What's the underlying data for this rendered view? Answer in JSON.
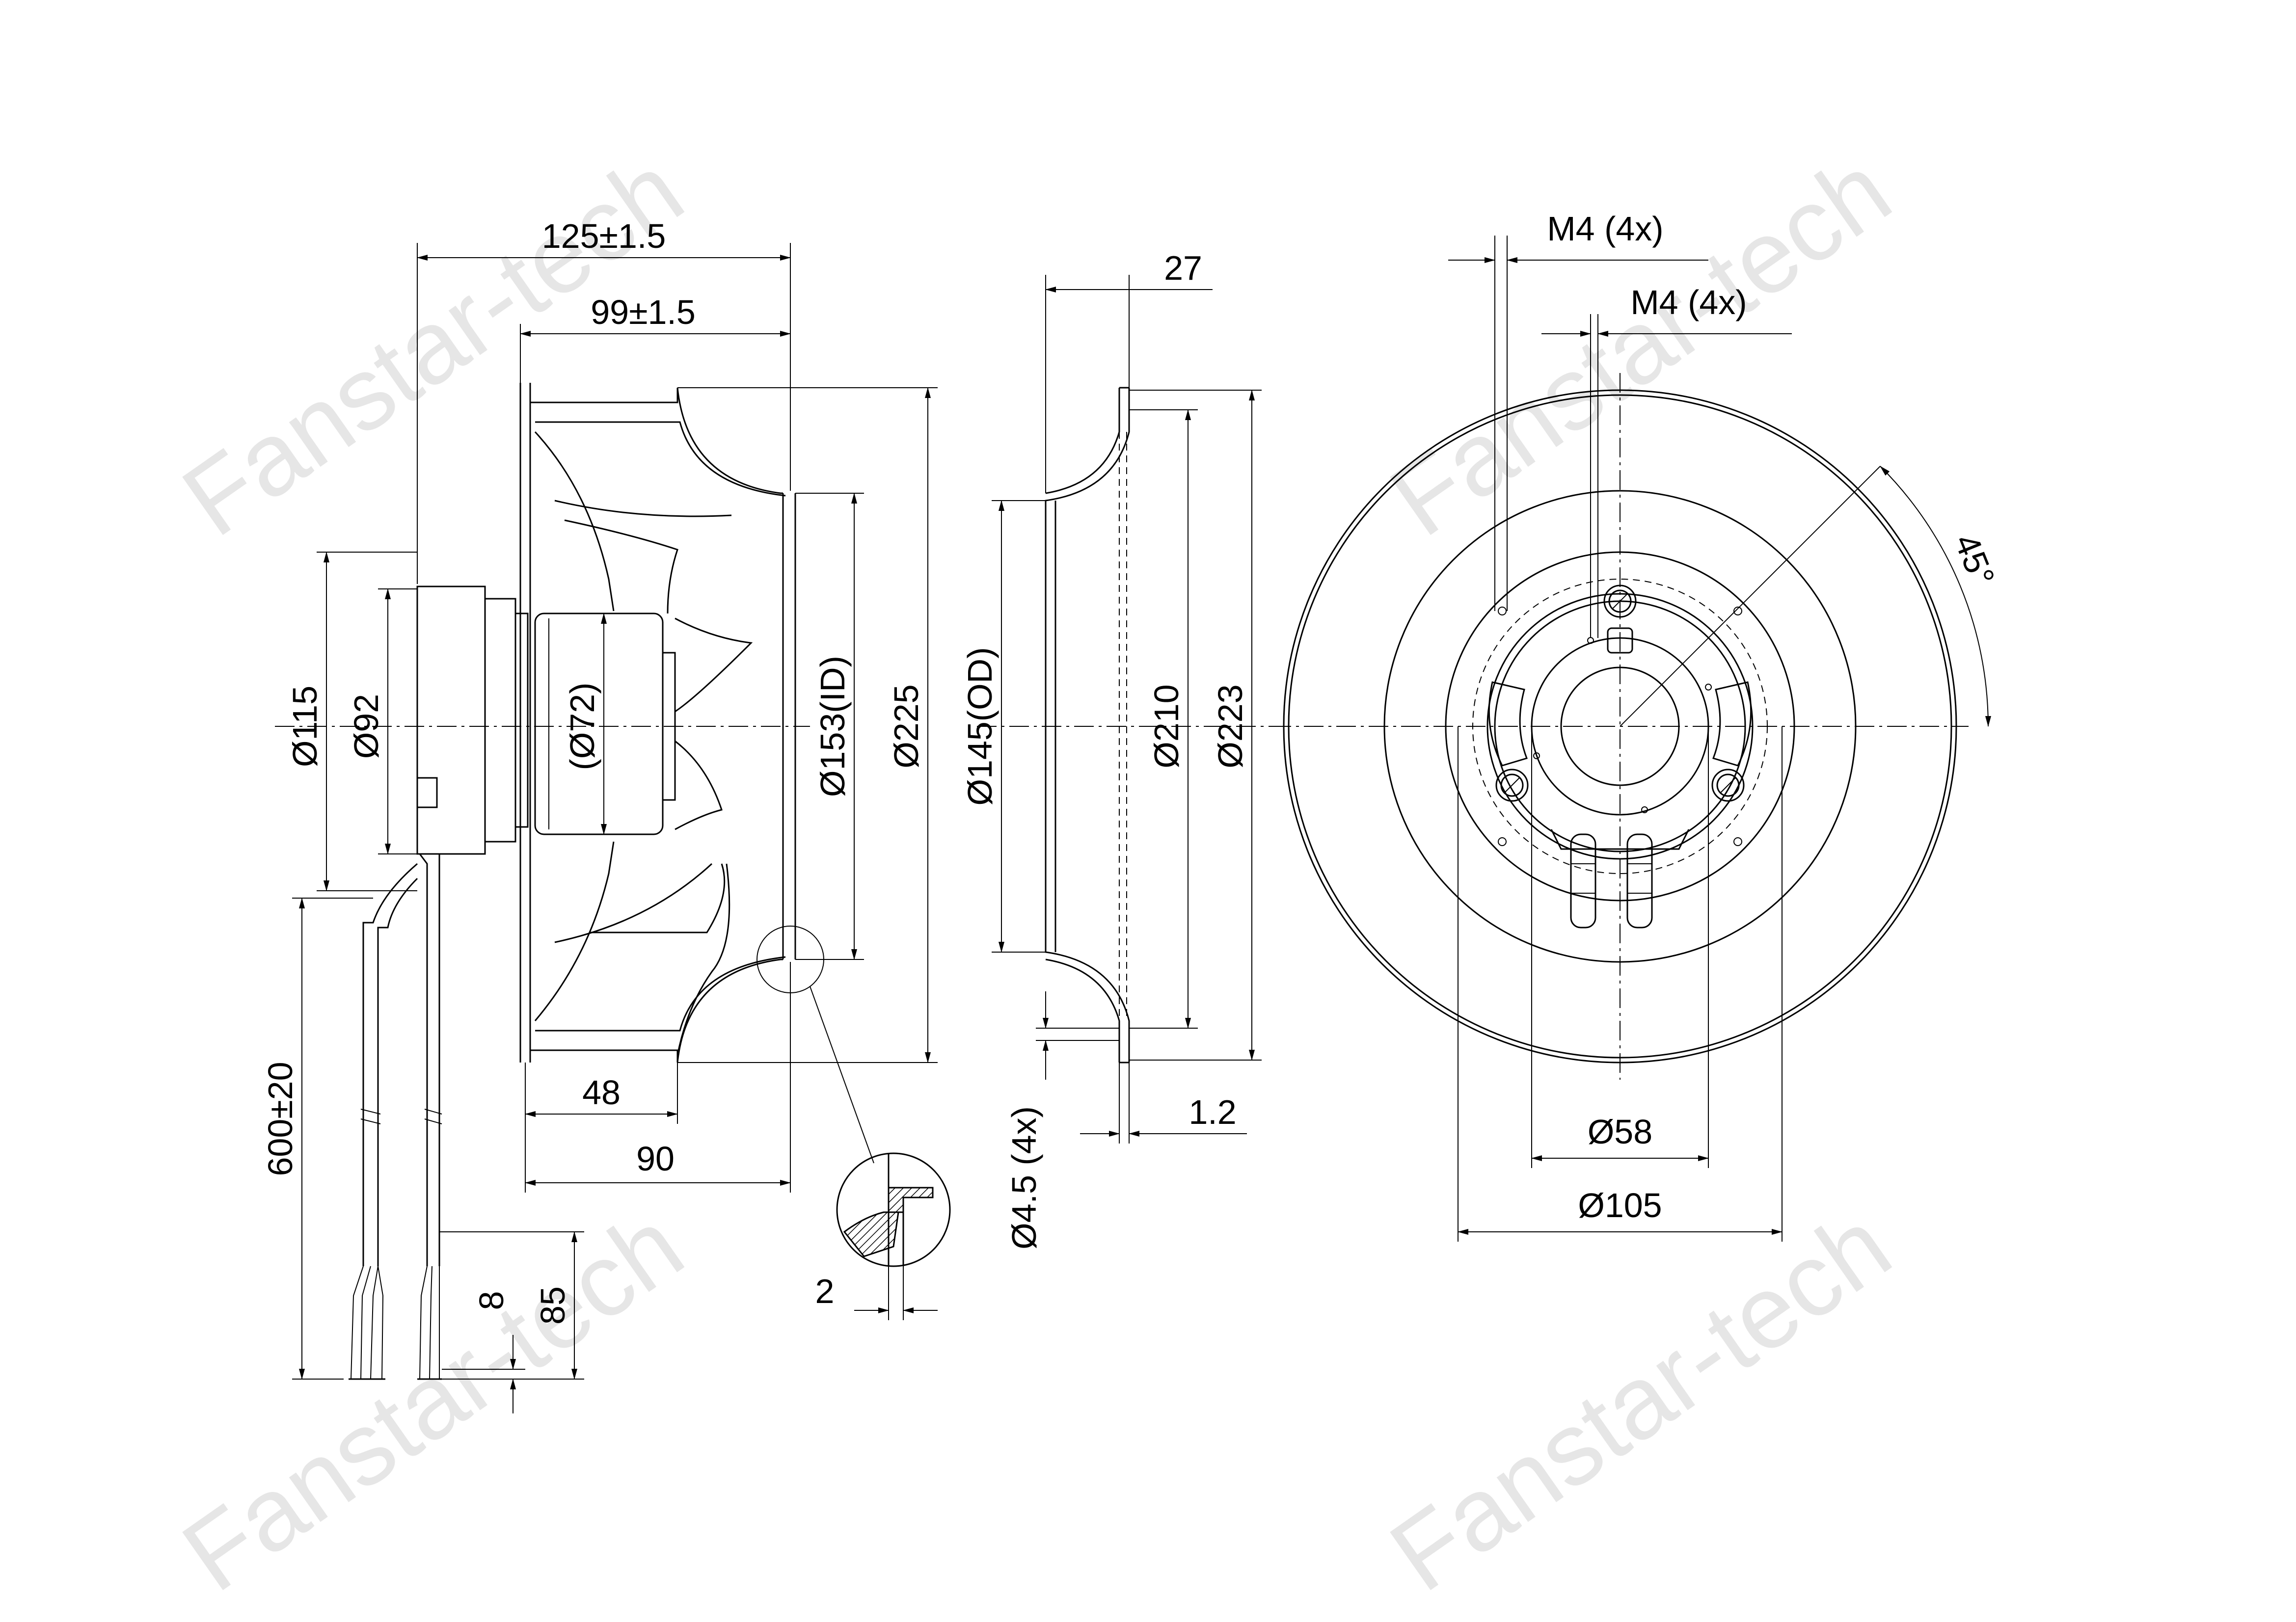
{
  "watermark": "Fanstar-tech",
  "side_view": {
    "overall_length": "125±1.5",
    "impeller_length": "99±1.5",
    "dia_115": "Ø115",
    "dia_92": "Ø92",
    "dia_72": "(Ø72)",
    "dia_153": "Ø153(ID)",
    "dia_225": "Ø225",
    "dim_48": "48",
    "dim_90": "90",
    "cable_length": "600±20",
    "dim_8": "8",
    "dim_85": "85",
    "dim_2": "2"
  },
  "ring_view": {
    "depth": "27",
    "dia_145": "Ø145(OD)",
    "dia_210": "Ø210",
    "dia_223": "Ø223",
    "thickness": "1.2",
    "holes": "Ø4.5 (4x)"
  },
  "front_view": {
    "thread_outer": "M4 (4x)",
    "thread_inner": "M4 (4x)",
    "angle": "45°",
    "dia_58": "Ø58",
    "dia_105": "Ø105"
  }
}
